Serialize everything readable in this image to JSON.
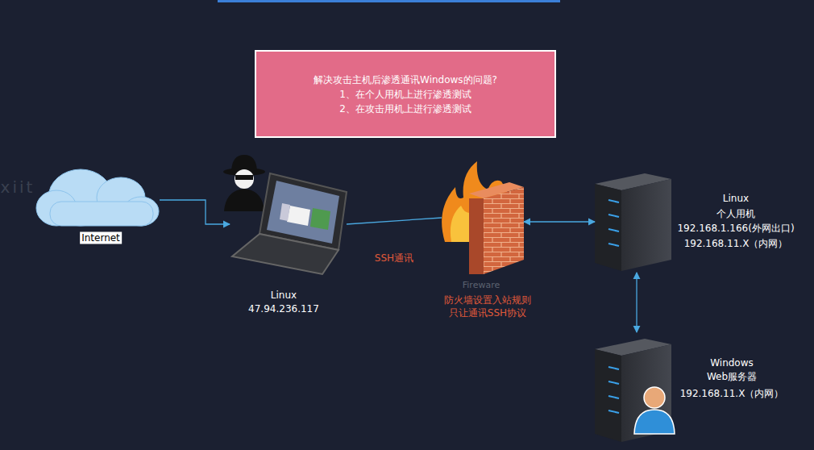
{
  "diagram": {
    "nodes": [
      {
        "text": [
          "解决攻击主机后渗透通讯Windows的问题?",
          "1、在个人用机上进行渗透测试",
          "2、在攻击用机上进行渗透测试"
        ]
      },
      {
        "text": [
          "Internet"
        ]
      },
      {
        "text": [
          "Linux",
          "47.94.236.117"
        ]
      },
      {
        "text": [
          "Fireware",
          "防火墙设置入站规则",
          "只让通讯SSH协议"
        ]
      },
      {
        "text": [
          "Linux",
          "个人用机",
          "192.168.1.166(外网出口)",
          "192.168.11.X（内网）"
        ]
      },
      {
        "text": [
          "Windows",
          "Web服务器",
          "192.168.11.X（内网）"
        ]
      }
    ],
    "edges": [
      {
        "from": 1,
        "to": 2,
        "arrow": "to"
      },
      {
        "from": 2,
        "to": 3,
        "label": "SSH通讯",
        "arrow": "none"
      },
      {
        "from": 3,
        "to": 4,
        "arrow": "both"
      },
      {
        "from": 4,
        "to": 5,
        "arrow": "both"
      }
    ],
    "labels": [
      "xiit"
    ]
  }
}
